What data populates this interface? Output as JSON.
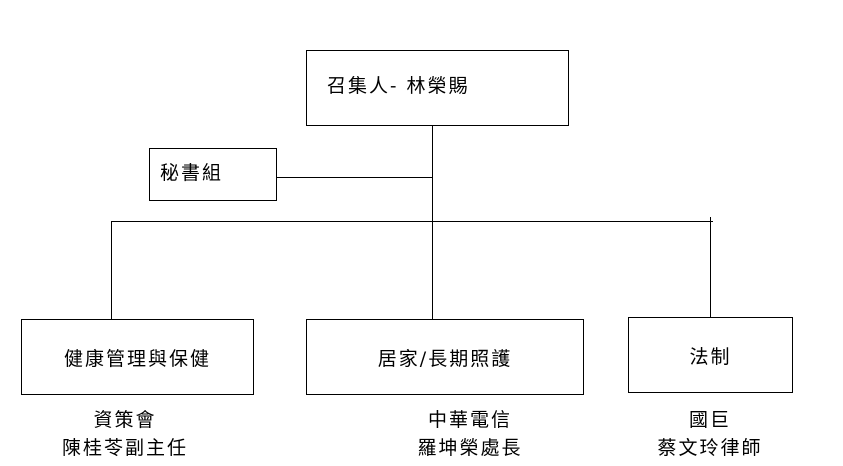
{
  "convener": {
    "label": "召集人- 林榮賜"
  },
  "secretariat": {
    "label": "秘書組"
  },
  "groups": [
    {
      "label": "健康管理與保健",
      "org": "資策會",
      "person": "陳桂苓副主任"
    },
    {
      "label": "居家/長期照護",
      "org": "中華電信",
      "person": "羅坤榮處長"
    },
    {
      "label": "法制",
      "org": "國巨",
      "person": "蔡文玲律師"
    }
  ]
}
